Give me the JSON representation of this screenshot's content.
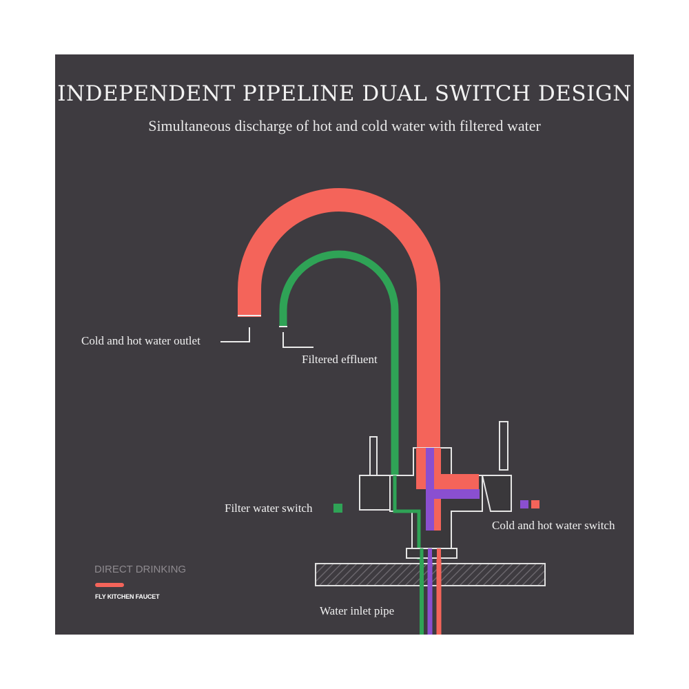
{
  "header": {
    "title": "INDEPENDENT PIPELINE DUAL SWITCH DESIGN",
    "subtitle": "Simultaneous discharge of hot and cold water with filtered water"
  },
  "labels": {
    "outlet": "Cold and hot water outlet",
    "filtered": "Filtered effluent",
    "filter_switch": "Filter water switch",
    "hot_cold_switch": "Cold and hot water switch",
    "inlet": "Water inlet pipe"
  },
  "brand": {
    "line1": "DIRECT DRINKING",
    "line2": "FLY KITCHEN  FAUCET"
  },
  "colors": {
    "background": "#3e3b40",
    "hot_cold_pipe": "#f4645a",
    "filtered_pipe": "#2fa356",
    "cold_pipe": "#8a4fd0",
    "outline": "#e6e6e6",
    "body_fill": "#3a383b"
  }
}
